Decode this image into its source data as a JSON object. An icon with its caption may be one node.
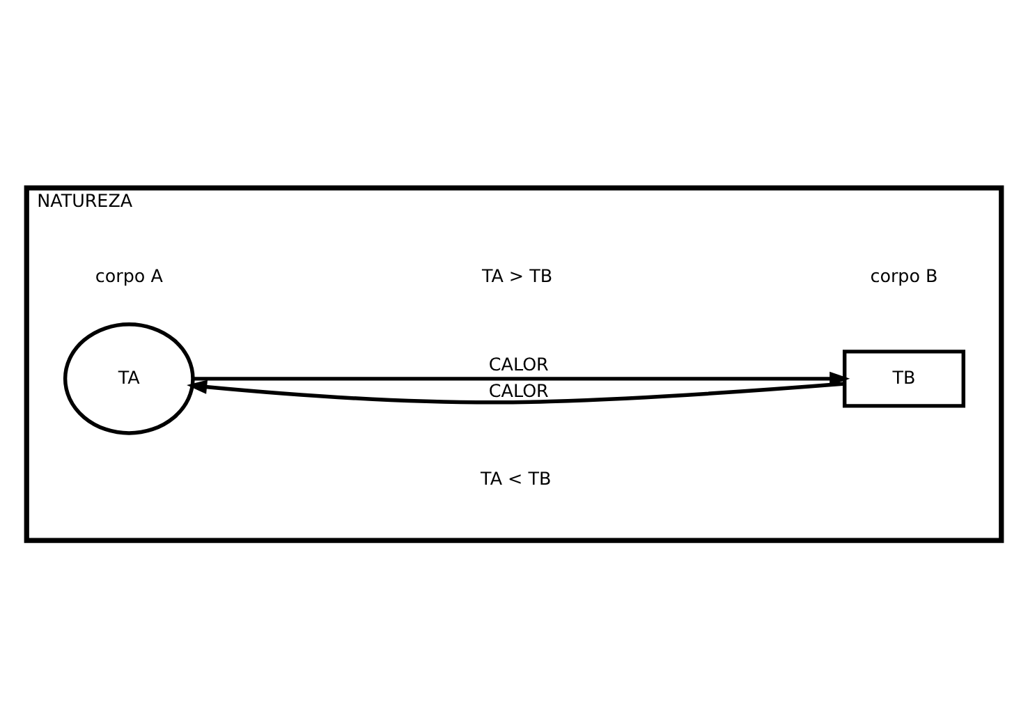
{
  "diagram": {
    "nodes": [
      {
        "text": [
          "NATUREZA"
        ]
      },
      {
        "text": [
          "TA"
        ],
        "beside": [
          "corpo A"
        ],
        "in": 0
      },
      {
        "text": [
          "TB"
        ],
        "beside": [
          "corpo B"
        ],
        "in": 0
      }
    ],
    "edges": [
      {
        "from": 1,
        "to": 2,
        "arrow": "to",
        "label": "CALOR"
      },
      {
        "from": 2,
        "to": 1,
        "arrow": "to",
        "label": "CALOR"
      }
    ],
    "labels": [
      "TA > TB",
      "TA < TB"
    ]
  }
}
